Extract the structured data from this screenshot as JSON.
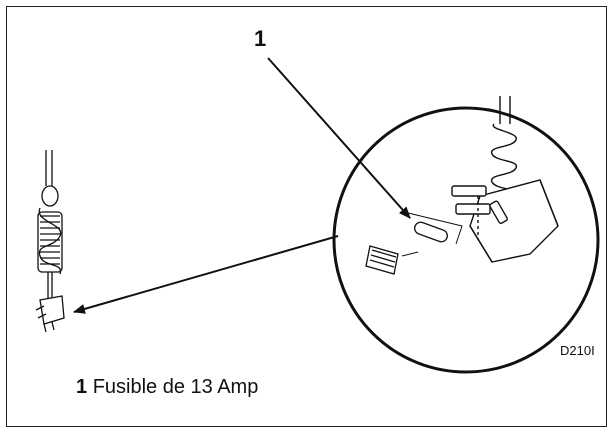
{
  "callout": {
    "number": "1"
  },
  "figure_code": "D210I",
  "caption": {
    "number": "1",
    "text": "Fusible de 13 Amp"
  },
  "colors": {
    "ink": "#111111",
    "background": "#ffffff"
  }
}
